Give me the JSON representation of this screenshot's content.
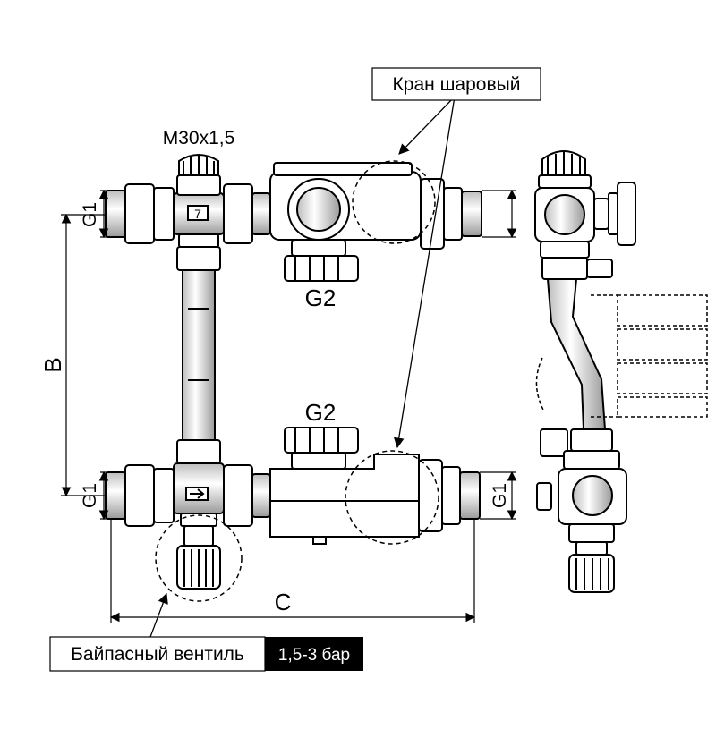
{
  "labels": {
    "ball_valve": "Кран шаровый",
    "thread_m30": "M30x1,5",
    "g1_top_left": "G1",
    "g1_bottom_left": "G1",
    "g1_bottom_right": "G1",
    "g2_top": "G2",
    "g2_bottom": "G2",
    "dim_b": "B",
    "dim_c": "C",
    "bypass_valve": "Байпасный вентиль",
    "bypass_pressure": "1,5-3 бар"
  },
  "colors": {
    "line": "#000000",
    "fill_light": "#ffffff",
    "fill_gray": "#e8e8e8",
    "badge_bg": "#000000",
    "badge_text": "#ffffff"
  }
}
